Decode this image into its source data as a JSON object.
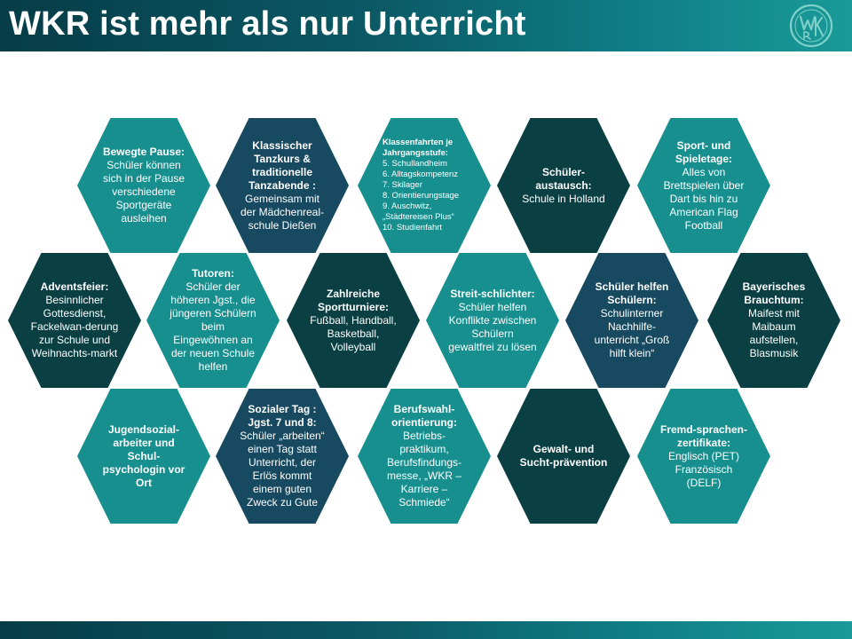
{
  "header": {
    "title": "WKR ist mehr als nur Unterricht",
    "logo_icon": "wkr-logo"
  },
  "colors": {
    "teal": "#178f8f",
    "navy": "#174a60",
    "dark": "#0a4044",
    "header": "#0b5a66"
  },
  "hexes": [
    {
      "heading": "Bewegte Pause:",
      "body": "Schüler können sich in der Pause verschiedene Sportgeräte ausleihen"
    },
    {
      "heading": "Klassischer Tanzkurs & traditionelle Tanzabende :",
      "body": "Gemeinsam mit der Mädchenreal-schule Dießen"
    },
    {
      "heading": "Klassenfahrten je Jahrgangsstufe:",
      "body": "5. Schullandheim\n6. Alltagskompetenz\n7. Skilager\n8. Orientierungstage\n9. Auschwitz, „Städtereisen Plus“\n10. Studienfahrt"
    },
    {
      "heading": "Schüler-austausch:",
      "body": "Schule in Holland"
    },
    {
      "heading": "Sport- und Spieletage:",
      "body": "Alles von Brettspielen über Dart bis hin zu American Flag Football"
    },
    {
      "heading": "Adventsfeier:",
      "body": "Besinnlicher Gottesdienst, Fackelwan-derung zur Schule und Weihnachts-markt"
    },
    {
      "heading": "Tutoren:",
      "body": "Schüler der höheren Jgst., die jüngeren Schülern beim Eingewöhnen an der neuen Schule helfen"
    },
    {
      "heading": "Zahlreiche Sportturniere:",
      "body": "Fußball, Handball, Basketball, Volleyball"
    },
    {
      "heading": "Streit-schlichter:",
      "body": "Schüler helfen Konflikte zwischen Schülern gewaltfrei zu lösen"
    },
    {
      "heading": "Schüler helfen Schülern:",
      "body": "Schulinterner Nachhilfe-unterricht „Groß hilft klein“"
    },
    {
      "heading": "Bayerisches Brauchtum:",
      "body": "Maifest mit Maibaum aufstellen, Blasmusik"
    },
    {
      "heading": "Jugendsozial-arbeiter und Schul-psychologin vor Ort",
      "body": ""
    },
    {
      "heading": "Sozialer Tag : Jgst. 7 und 8:",
      "body": "Schüler „arbeiten“ einen Tag statt Unterricht, der Erlös kommt einem guten Zweck zu Gute"
    },
    {
      "heading": "Berufswahl-orientierung:",
      "body": "Betriebs-praktikum, Berufsfindungs-messe, „WKR – Karriere – Schmiede“"
    },
    {
      "heading": "Gewalt- und Sucht-prävention",
      "body": ""
    },
    {
      "heading": "Fremd-sprachen-zertifikate:",
      "body": "Englisch (PET) Französisch (DELF)"
    }
  ]
}
